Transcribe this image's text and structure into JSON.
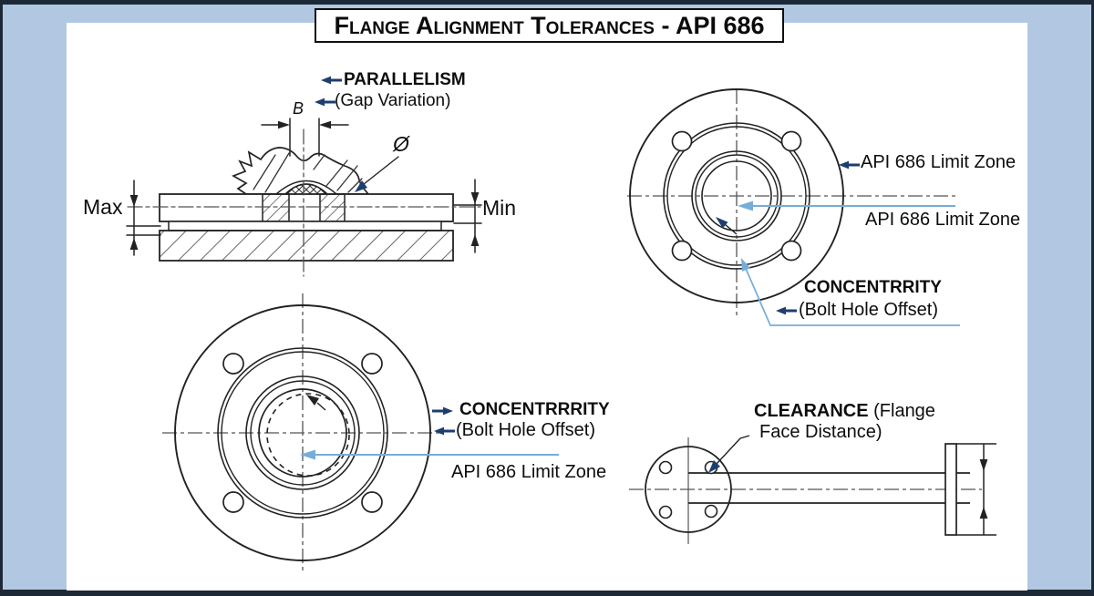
{
  "title": "Flange Alignment Tolerances - API 686",
  "colors": {
    "background_blue": "#b2c8e2",
    "frame_dark": "#1d2936",
    "navy_arrow": "#1d3e6f",
    "light_blue_arrow": "#76add8",
    "line": "#222222"
  },
  "parallelism": {
    "label": "PARALLELISM",
    "sublabel": "(Gap Variation)",
    "dim_b": "B",
    "dia_symbol": "Ø",
    "max": "Max",
    "min": "Min"
  },
  "top_right_flange": {
    "limit_zone_label_1": "API 686 Limit Zone",
    "limit_zone_label_2": "API 686 Limit Zone",
    "concentricity_label": "CONCENTRRITY",
    "concentricity_sublabel": "(Bolt Hole Offset)"
  },
  "bottom_left_flange": {
    "concentricity_label": "CONCENTRRRITY",
    "concentricity_sublabel": "(Bolt Hole Offset)",
    "limit_zone_label": "API 686 Limit Zone"
  },
  "clearance": {
    "label": "CLEARANCE",
    "label_rest": " (Flange",
    "label_line2": "Face Distance)"
  }
}
